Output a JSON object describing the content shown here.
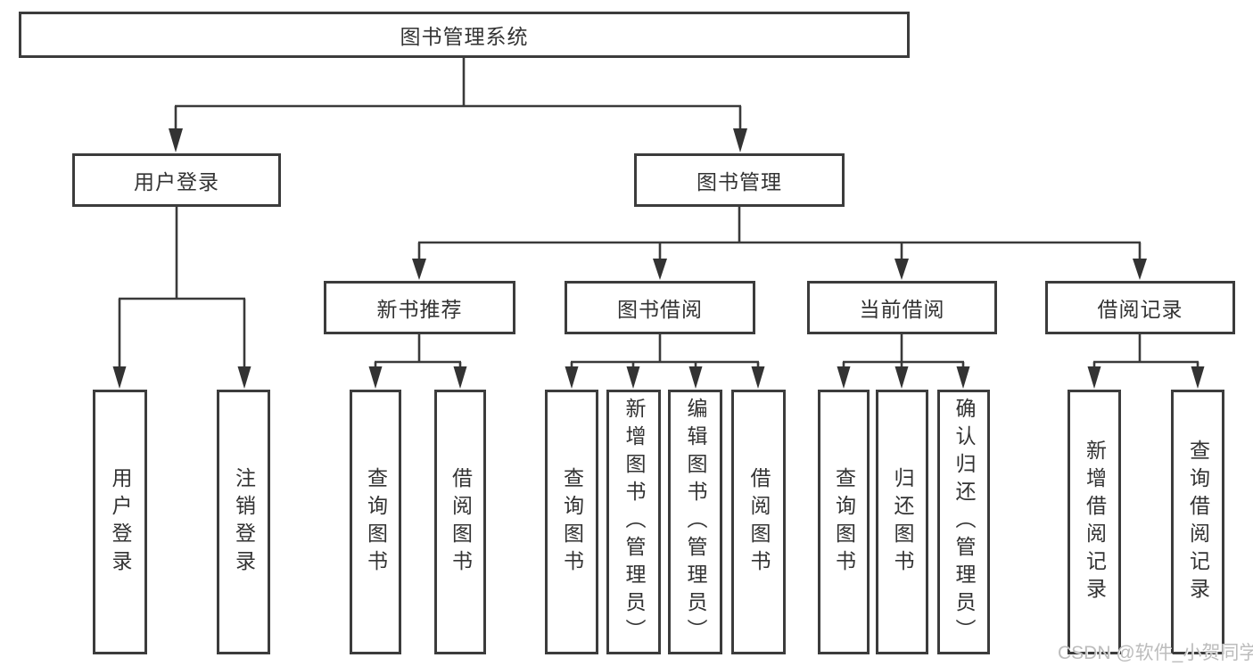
{
  "diagram_type": "hierarchy-tree",
  "colors": {
    "background": "#ffffff",
    "box_border": "#3c3c3c",
    "connector_line": "#3a3a3a",
    "text": "#333333",
    "watermark": "#bcbcbc"
  },
  "tree": {
    "label": "图书管理系统",
    "children": [
      {
        "label": "用户登录",
        "children": [
          {
            "label": "用户登录"
          },
          {
            "label": "注销登录"
          }
        ]
      },
      {
        "label": "图书管理",
        "children": [
          {
            "label": "新书推荐",
            "children": [
              {
                "label": "查询图书"
              },
              {
                "label": "借阅图书"
              }
            ]
          },
          {
            "label": "图书借阅",
            "children": [
              {
                "label": "查询图书"
              },
              {
                "label": "新增图书（管理员）"
              },
              {
                "label": "编辑图书（管理员）"
              },
              {
                "label": "借阅图书"
              }
            ]
          },
          {
            "label": "当前借阅",
            "children": [
              {
                "label": "查询图书"
              },
              {
                "label": "归还图书"
              },
              {
                "label": "确认归还（管理员）"
              }
            ]
          },
          {
            "label": "借阅记录",
            "children": [
              {
                "label": "新增借阅记录"
              },
              {
                "label": "查询借阅记录"
              }
            ]
          }
        ]
      }
    ]
  },
  "watermark": {
    "text": "CSDN @软件_小贺同学"
  }
}
